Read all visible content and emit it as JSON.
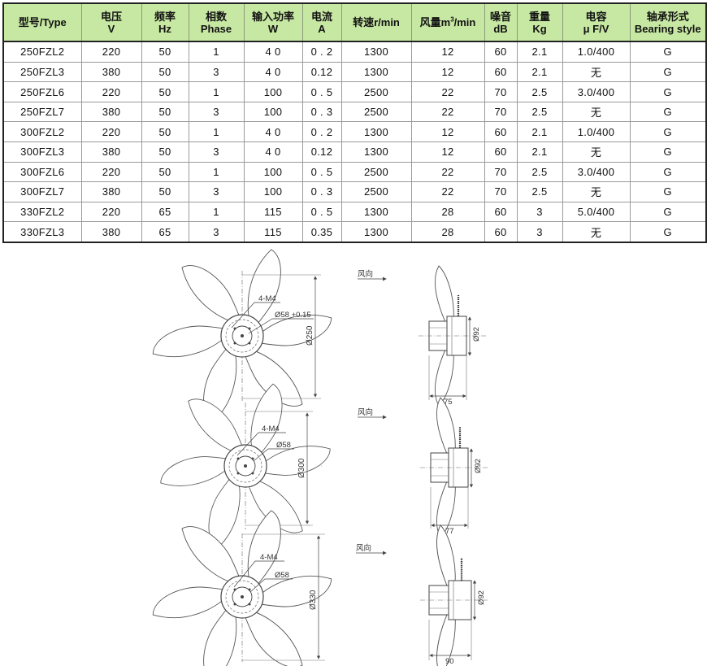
{
  "table": {
    "headers": [
      {
        "zh": "型号/Type",
        "en": ""
      },
      {
        "zh": "电压",
        "en": "V"
      },
      {
        "zh": "频率",
        "en": "Hz"
      },
      {
        "zh": "相数",
        "en": "Phase"
      },
      {
        "zh": "输入功率",
        "en": "W"
      },
      {
        "zh": "电流",
        "en": "A"
      },
      {
        "zh": "转速r/min",
        "en": ""
      },
      {
        "zh": "风量m",
        "sup": "3",
        "tail": "/min",
        "en": ""
      },
      {
        "zh": "噪音",
        "en": "dB"
      },
      {
        "zh": "重量",
        "en": "Kg"
      },
      {
        "zh": "电容",
        "en": "μ F/V"
      },
      {
        "zh": "轴承形式",
        "en": "Bearing style"
      }
    ],
    "rows": [
      [
        "250FZL2",
        "220",
        "50",
        "1",
        "4 0",
        "0 . 2",
        "1300",
        "12",
        "60",
        "2.1",
        "1.0/400",
        "G"
      ],
      [
        "250FZL3",
        "380",
        "50",
        "3",
        "4 0",
        "0.12",
        "1300",
        "12",
        "60",
        "2.1",
        "无",
        "G"
      ],
      [
        "250FZL6",
        "220",
        "50",
        "1",
        "100",
        "0 . 5",
        "2500",
        "22",
        "70",
        "2.5",
        "3.0/400",
        "G"
      ],
      [
        "250FZL7",
        "380",
        "50",
        "3",
        "100",
        "0 . 3",
        "2500",
        "22",
        "70",
        "2.5",
        "无",
        "G"
      ],
      [
        "300FZL2",
        "220",
        "50",
        "1",
        "4 0",
        "0 . 2",
        "1300",
        "12",
        "60",
        "2.1",
        "1.0/400",
        "G"
      ],
      [
        "300FZL3",
        "380",
        "50",
        "3",
        "4 0",
        "0.12",
        "1300",
        "12",
        "60",
        "2.1",
        "无",
        "G"
      ],
      [
        "300FZL6",
        "220",
        "50",
        "1",
        "100",
        "0 . 5",
        "2500",
        "22",
        "70",
        "2.5",
        "3.0/400",
        "G"
      ],
      [
        "300FZL7",
        "380",
        "50",
        "3",
        "100",
        "0 . 3",
        "2500",
        "22",
        "70",
        "2.5",
        "无",
        "G"
      ],
      [
        "330FZL2",
        "220",
        "65",
        "1",
        "115",
        "0 . 5",
        "1300",
        "28",
        "60",
        "3",
        "5.0/400",
        "G"
      ],
      [
        "330FZL3",
        "380",
        "65",
        "3",
        "115",
        "0.35",
        "1300",
        "28",
        "60",
        "3",
        "无",
        "G"
      ]
    ]
  },
  "drawings": [
    {
      "holes": "4-M4",
      "bore": "Ø58 +0.15",
      "diameter": "Ø250",
      "hub": "Ø92",
      "depth": "75",
      "airflow": "风向"
    },
    {
      "holes": "4-M4",
      "bore": "Ø58",
      "diameter": "Ø300",
      "hub": "Ø92",
      "depth": "77",
      "airflow": "风向"
    },
    {
      "holes": "4-M4",
      "bore": "Ø58",
      "diameter": "Ø330",
      "hub": "Ø92",
      "depth": "90",
      "airflow": "风向"
    }
  ],
  "colors": {
    "header_bg": "#c7e8a3",
    "line": "#333333"
  }
}
